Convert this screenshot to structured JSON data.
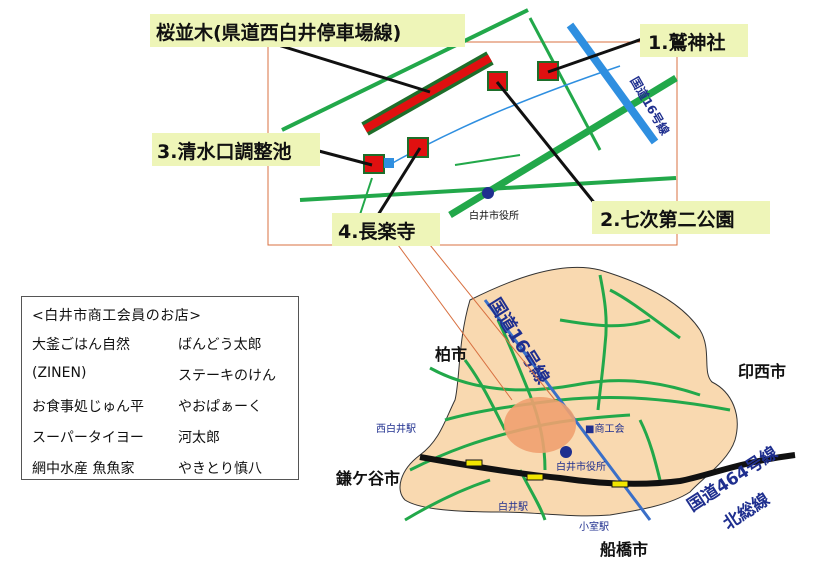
{
  "callouts": {
    "sakura": "桜並木(県道西白井停車場線)",
    "washi": "1.鷲神社",
    "nanatsugi": "2.七次第二公園",
    "shimizu": "3.清水口調整池",
    "choraku": "4.長楽寺"
  },
  "inset": {
    "route16": "国道16号線",
    "cityhall": "白井市役所"
  },
  "overview": {
    "route16": "国道16号線",
    "route464_line1": "国道464号線",
    "route464_line2": "北総線",
    "cities": {
      "kashiwa": "柏市",
      "inzai": "印西市",
      "kamagaya": "鎌ケ谷市",
      "funabashi": "船橋市"
    },
    "stations": {
      "nishi_shiroi": "西白井駅",
      "shiroi": "白井駅",
      "komuro": "小室駅"
    },
    "landmarks": {
      "shokokai": "■商工会",
      "cityhall": "白井市役所"
    }
  },
  "shop_list": {
    "title": "<白井市商工会員のお店>",
    "items": [
      "大釜ごはん自然",
      "ばんどう太郎",
      "(ZINEN)",
      "ステーキのけん",
      "お食事処じゅん平",
      "やおぱぁーく",
      "スーパータイヨー",
      "河太郎",
      "網中水産 魚魚家",
      "やきとり慎八"
    ]
  },
  "colors": {
    "green_road": "#22a84a",
    "blue_route": "#2f8fe0",
    "land": "#f9d9b0",
    "highlight": "#f0a070",
    "label_bg": "#eef5b8",
    "marker_red": "#e01010",
    "rail": "#111111",
    "station": "#f2e600"
  }
}
